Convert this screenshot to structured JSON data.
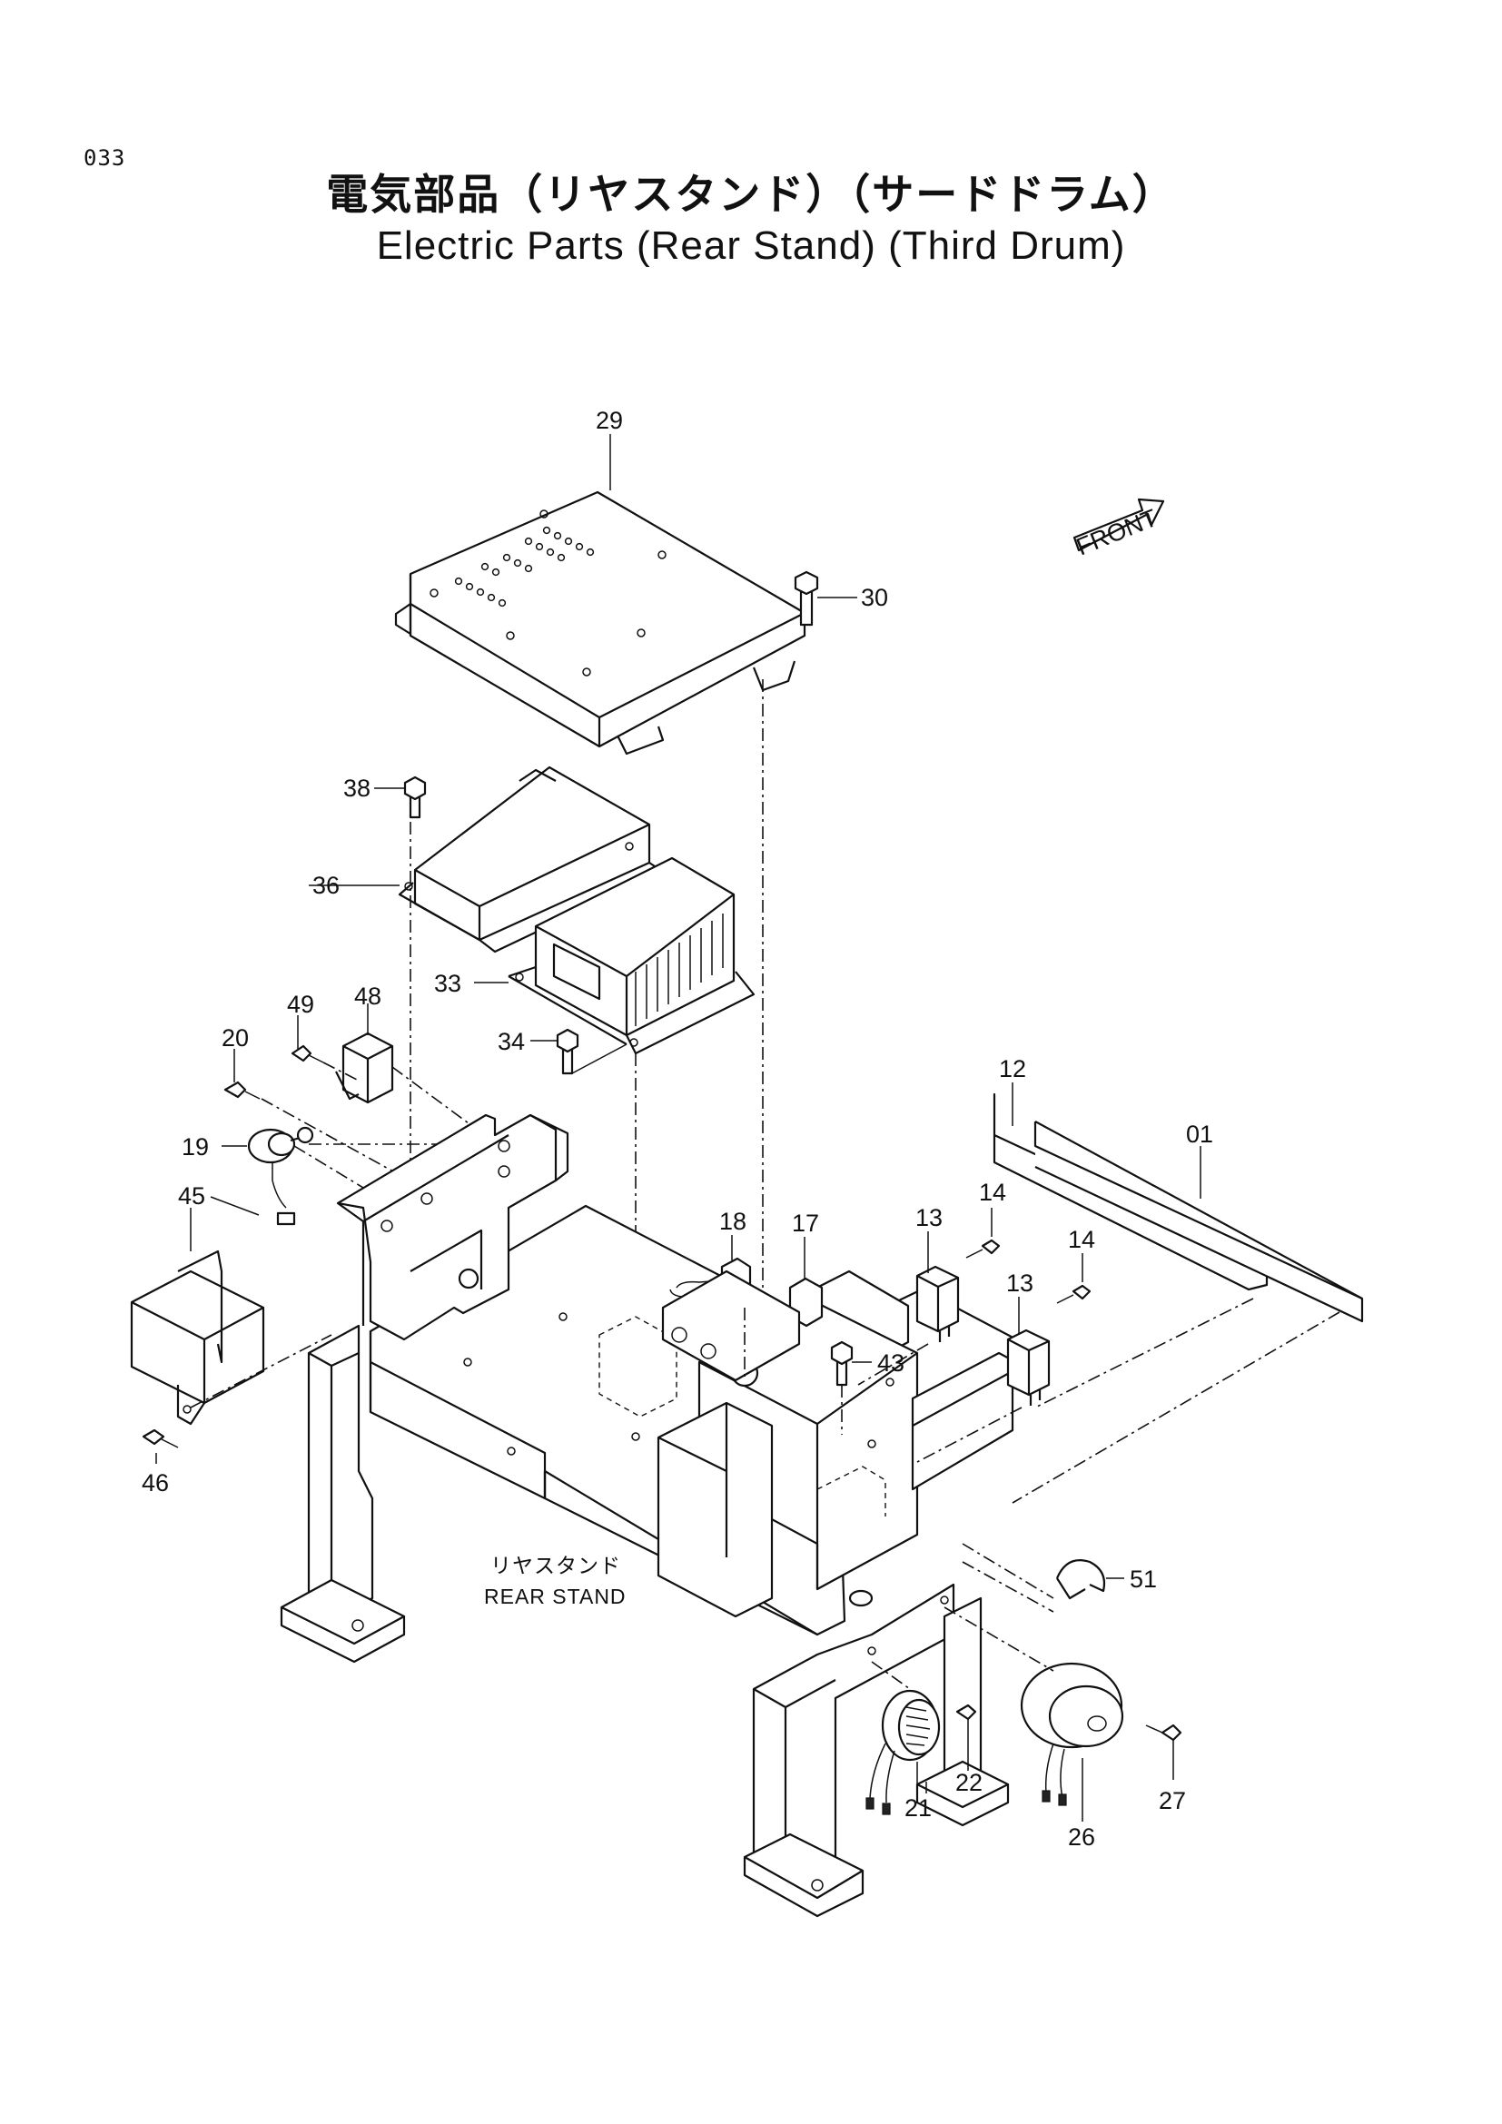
{
  "page_code": "033",
  "title_jp": "電気部品（リヤスタンド）（サードドラム）",
  "title_en": "Electric Parts (Rear Stand) (Third Drum)",
  "front_marker": "FRONT",
  "rear_stand_label_jp": "リヤスタンド",
  "rear_stand_label_en": "REAR STAND",
  "callouts": {
    "c29": "29",
    "c30": "30",
    "c38": "38",
    "c36": "36",
    "c33": "33",
    "c34": "34",
    "c49": "49",
    "c48": "48",
    "c20": "20",
    "c19": "19",
    "c45": "45",
    "c46": "46",
    "c12": "12",
    "c01": "01",
    "c14a": "14",
    "c14b": "14",
    "c13a": "13",
    "c13b": "13",
    "c18": "18",
    "c17": "17",
    "c43": "43",
    "c51": "51",
    "c21": "21",
    "c22": "22",
    "c26": "26",
    "c27": "27"
  }
}
